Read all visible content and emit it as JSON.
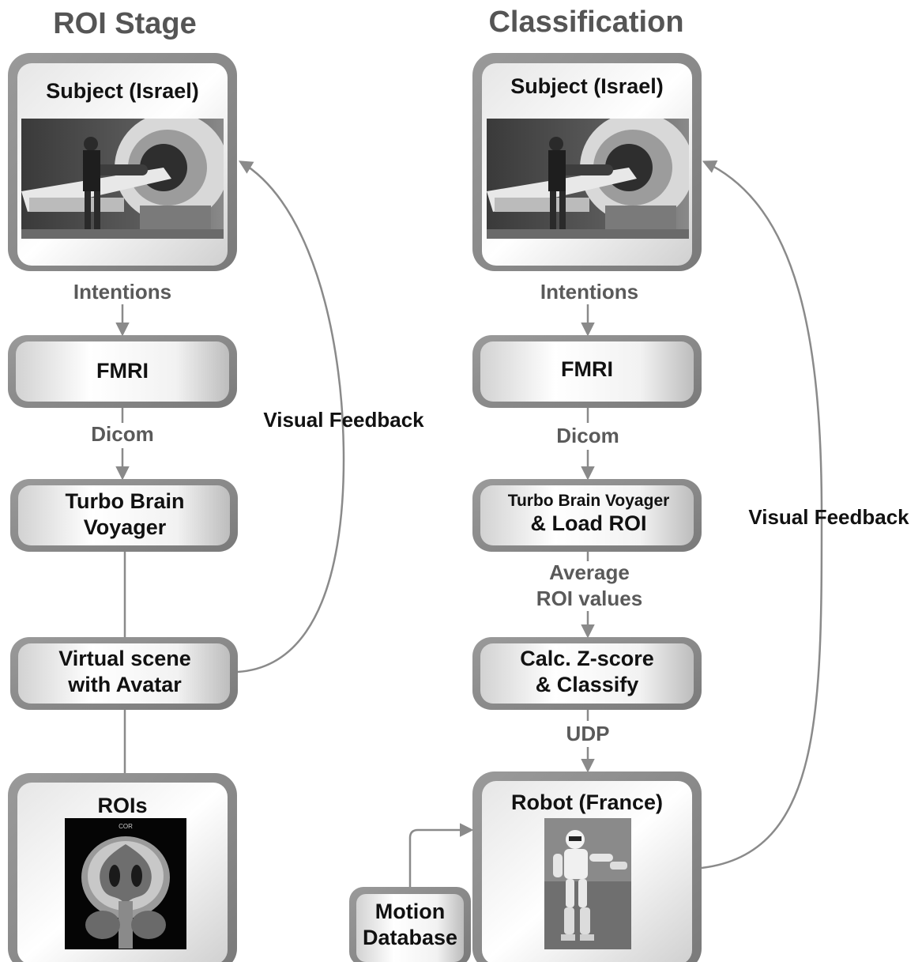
{
  "titles": {
    "left": "ROI Stage",
    "right": "Classification"
  },
  "left": {
    "subject": "Subject (Israel)",
    "intentions": "Intentions",
    "fmri": "FMRI",
    "dicom": "Dicom",
    "tbv_line1": "Turbo Brain",
    "tbv_line2": "Voyager",
    "virtual_line1": "Virtual scene",
    "virtual_line2": "with Avatar",
    "rois": "ROIs",
    "brain_caption": "COR",
    "feedback": "Visual Feedback"
  },
  "right": {
    "subject": "Subject (Israel)",
    "intentions": "Intentions",
    "fmri": "FMRI",
    "dicom": "Dicom",
    "tbv_line1": "Turbo Brain Voyager",
    "tbv_line2": "& Load ROI",
    "avg_line1": "Average",
    "avg_line2": "ROI values",
    "calc_line1": "Calc. Z-score",
    "calc_line2": "& Classify",
    "udp": "UDP",
    "robot": "Robot (France)",
    "motion_line1": "Motion",
    "motion_line2": "Database",
    "feedback": "Visual Feedback"
  },
  "colors": {
    "box_outer": "#8c8c8c",
    "box_inner_light": "#ffffff",
    "box_inner_dark": "#b9b9b9",
    "connector": "#8a8a8a",
    "title": "#555555"
  },
  "icons": {
    "mri_photo": "mri-scanner-photo",
    "brain_scan": "brain-mri-scan",
    "robot_photo": "humanoid-robot-photo"
  }
}
